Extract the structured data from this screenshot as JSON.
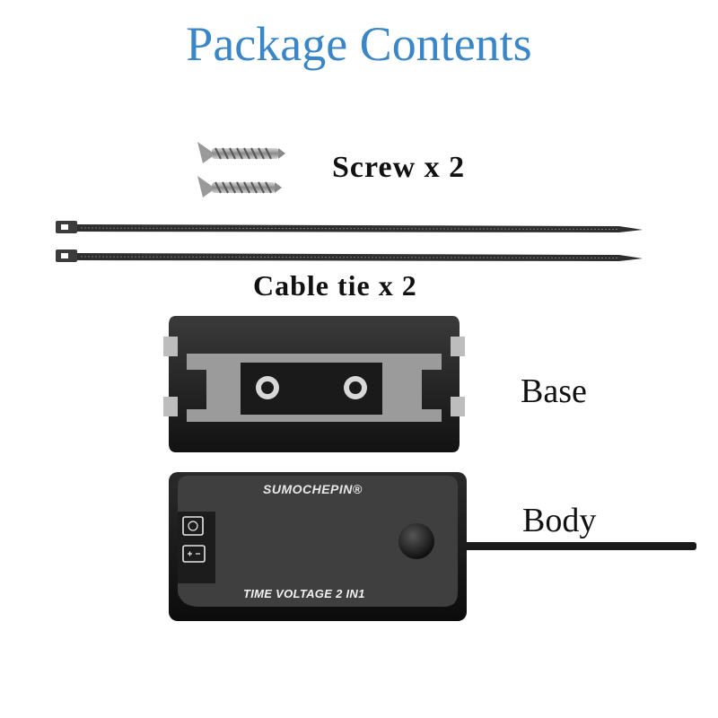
{
  "title": "Package Contents",
  "items": {
    "screw": {
      "label": "Screw x 2"
    },
    "cable_tie": {
      "label": "Cable tie x 2"
    },
    "base": {
      "label": "Base"
    },
    "body": {
      "label": "Body",
      "brand": "SUMOCHEPIN®",
      "model": "TIME VOLTAGE 2 IN1"
    }
  },
  "colors": {
    "title": "#3a86c6",
    "device": "#1c1c1c",
    "panel": "#4a4a4a"
  }
}
